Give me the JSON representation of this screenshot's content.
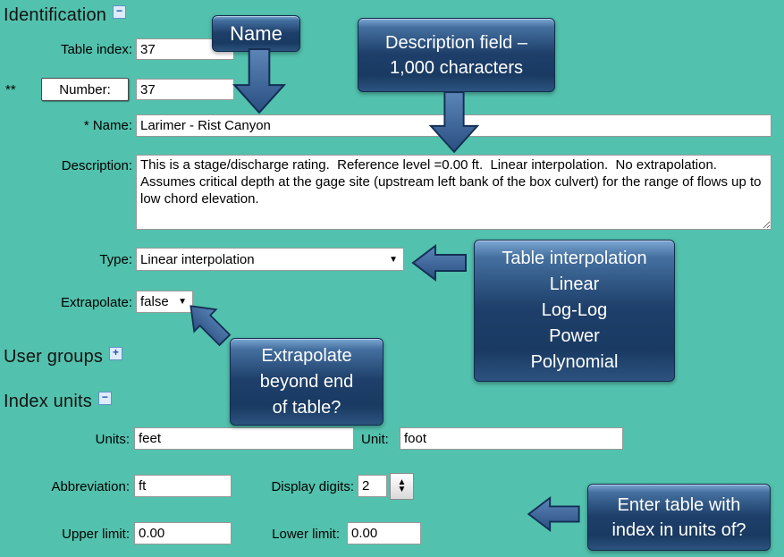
{
  "page": {
    "bg_color": "#52c1ad",
    "callout_color": "#1e3f6a",
    "arrow_color": "#3b66a3"
  },
  "icons": {
    "collapse": "−",
    "expand": "+",
    "dropdown": "▼",
    "spin_up": "▲",
    "spin_down": "▼"
  },
  "sections": {
    "identification": {
      "title": "Identification"
    },
    "user_groups": {
      "title": "User groups"
    },
    "index_units": {
      "title": "Index units"
    }
  },
  "fields": {
    "table_index": {
      "label": "Table index:",
      "value": "37"
    },
    "number": {
      "prefix": "**",
      "button_label": "Number:",
      "value": "37"
    },
    "name": {
      "label": "* Name:",
      "value": "Larimer - Rist Canyon"
    },
    "description": {
      "label": "Description:",
      "value": "This is a stage/discharge rating.  Reference level =0.00 ft.  Linear interpolation.  No extrapolation.  Assumes critical depth at the gage site (upstream left bank of the box culvert) for the range of flows up to low chord elevation."
    },
    "type": {
      "label": "Type:",
      "value": "Linear interpolation"
    },
    "extrapolate": {
      "label": "Extrapolate:",
      "value": "false"
    },
    "units": {
      "label": "Units:",
      "value": "feet"
    },
    "unit": {
      "label": "Unit:",
      "value": "foot"
    },
    "abbreviation": {
      "label": "Abbreviation:",
      "value": "ft"
    },
    "display_digits": {
      "label": "Display digits:",
      "value": "2"
    },
    "upper_limit": {
      "label": "Upper limit:",
      "value": "0.00"
    },
    "lower_limit": {
      "label": "Lower limit:",
      "value": "0.00"
    }
  },
  "callouts": {
    "name": {
      "text": "Name"
    },
    "description": {
      "text": "Description field –\n1,000 characters"
    },
    "interpolation": {
      "text": "Table interpolation\nLinear\nLog-Log\nPower\nPolynomial"
    },
    "extrapolate": {
      "text": "Extrapolate\nbeyond end\nof table?"
    },
    "index_units": {
      "text": "Enter table with\nindex in units of?"
    }
  }
}
